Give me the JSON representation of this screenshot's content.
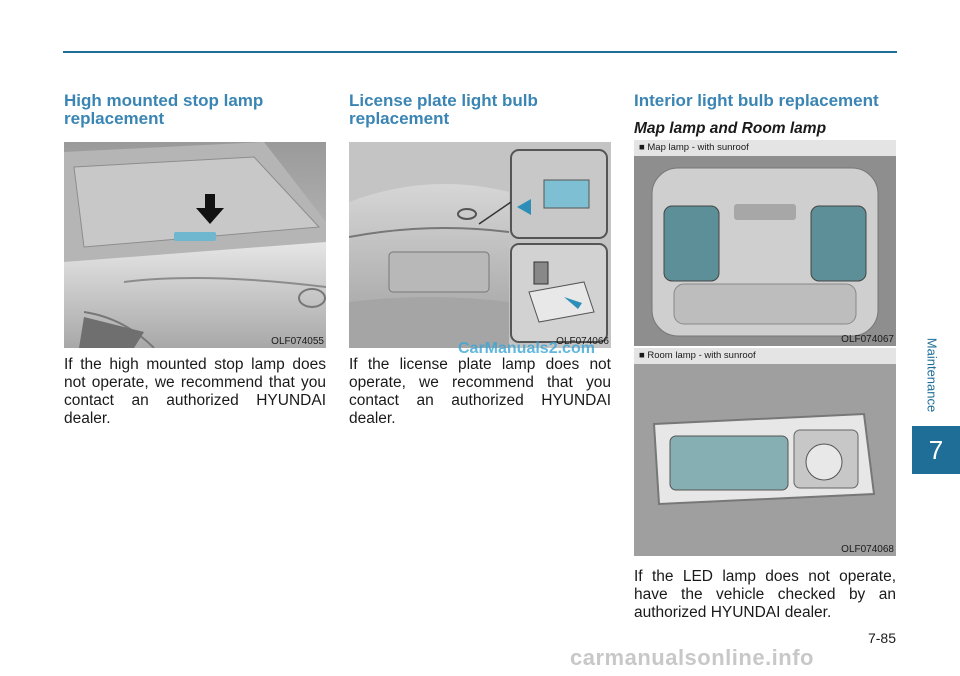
{
  "sections": [
    {
      "title": "High mounted stop lamp replacement",
      "figure_code": "OLF074055",
      "body": "If the high mounted stop lamp does not operate, we recommend that you contact an authorized HYUNDAI dealer."
    },
    {
      "title": "License plate light bulb replacement",
      "figure_code": "OLF074066",
      "body": "If the license plate lamp does not operate, we recommend that you contact an authorized HYUNDAI dealer."
    },
    {
      "title": "Interior light bulb replacement",
      "subtitle": "Map lamp and Room lamp",
      "figures": [
        {
          "caption": "■ Map lamp - with sunroof",
          "code": "OLF074067"
        },
        {
          "caption": "■ Room lamp - with sunroof",
          "code": "OLF074068"
        }
      ],
      "body": "If the LED lamp does not operate, have the vehicle checked by an authorized HYUNDAI dealer."
    }
  ],
  "side_tab": {
    "label": "Maintenance",
    "chapter": "7"
  },
  "page_number": "7-85",
  "watermarks": {
    "center": "CarManuals2.com",
    "footer": "carmanualsonline.info"
  },
  "colors": {
    "accent": "#1f6e97",
    "heading": "#3a85b3"
  }
}
